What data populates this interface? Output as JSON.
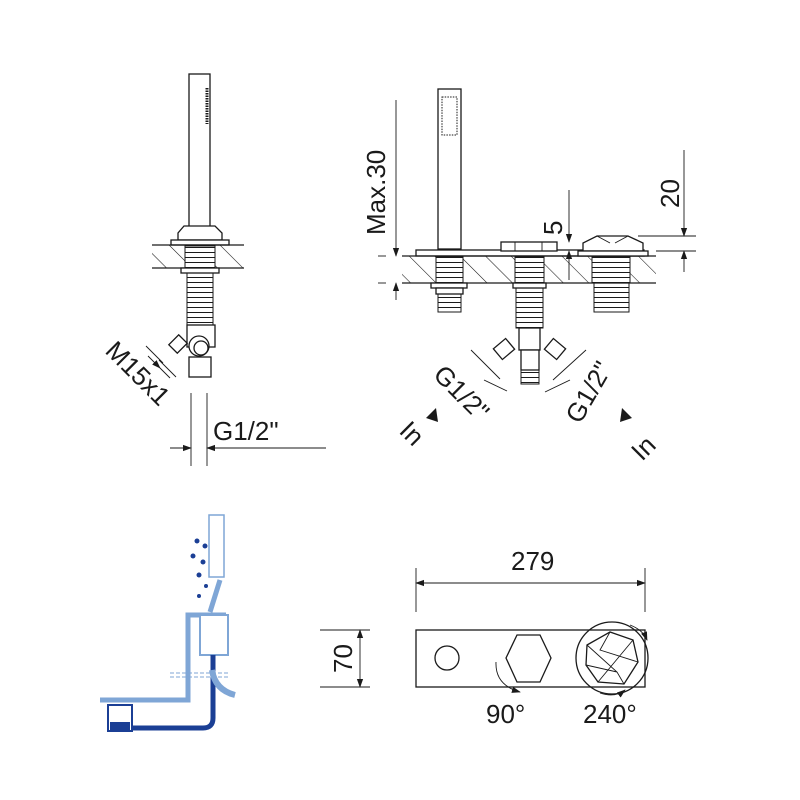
{
  "side_view": {
    "thread_label": "M15x1",
    "connection_label": "G1/2\""
  },
  "front_view": {
    "max_thickness_label": "Max.30",
    "spout_height_label": "5",
    "knob_height_label": "20",
    "inlet_left_size": "G1/2\"",
    "inlet_right_size": "G1/2\"",
    "inlet_left_label": "In",
    "inlet_right_label": "In"
  },
  "top_view": {
    "width_label": "279",
    "depth_label": "70",
    "rotation_spout_label": "90°",
    "rotation_knob_label": "240°"
  },
  "colors": {
    "line": "#1a1a1a",
    "water_light": "#7fa6d6",
    "water_dark": "#1b3f95"
  }
}
